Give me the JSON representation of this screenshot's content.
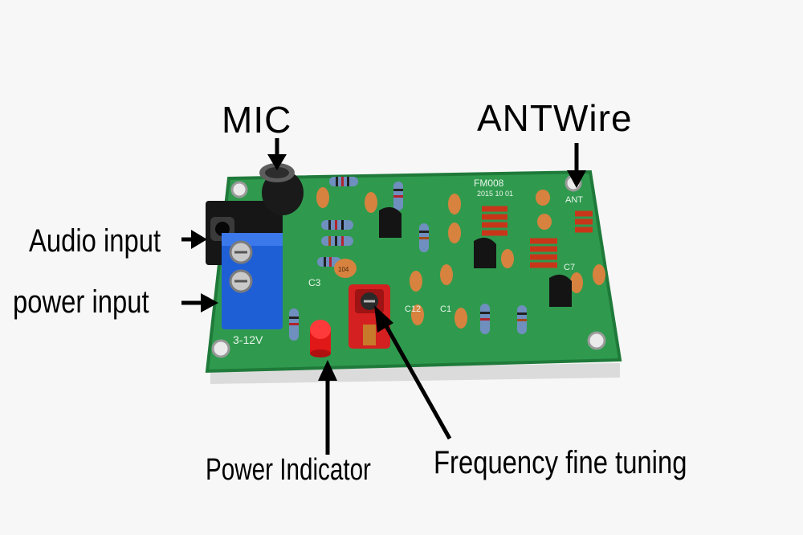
{
  "labels": {
    "mic": "MIC",
    "ant_wire": "ANTWire",
    "audio_input": "Audio input",
    "power_input": "power input",
    "power_indicator": "Power Indicator",
    "frequency_fine_tuning": "Frequency fine tuning"
  },
  "board": {
    "model": "FM008",
    "date": "2015 10 01",
    "ant_marking": "ANT",
    "voltage_marking": "3-12V",
    "capacitor_code": "104",
    "silkscreen_c3": "C3",
    "silkscreen_c12": "C12",
    "silkscreen_c1": "C1",
    "silkscreen_c7": "C7"
  },
  "colors": {
    "pcb": "#2f9a4e",
    "pcb_dark": "#1f7a3a",
    "terminal": "#1f5fd6",
    "led": "#e01818",
    "trimmer": "#d42020",
    "coil": "#c8361a",
    "capacitor": "#d7823e"
  }
}
